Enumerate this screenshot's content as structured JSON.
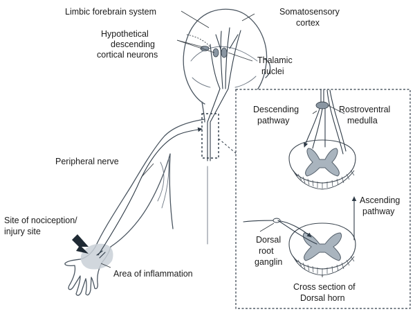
{
  "labels": {
    "limbic_forebrain": "Limbic forebrain system",
    "hypothetical_l1": "Hypothetical",
    "hypothetical_l2": "descending",
    "hypothetical_l3": "cortical neurons",
    "somatosensory_l1": "Somatosensory",
    "somatosensory_l2": "cortex",
    "thalamic_l1": "Thalamic",
    "thalamic_l2": "nuclei",
    "descending_l1": "Descending",
    "descending_l2": "pathway",
    "rostroventral_l1": "Rostroventral",
    "rostroventral_l2": "medulla",
    "peripheral_nerve": "Peripheral nerve",
    "ascending_l1": "Ascending",
    "ascending_l2": "pathway",
    "nociception_l1": "Site of nociception/",
    "nociception_l2": "injury site",
    "drg_l1": "Dorsal",
    "drg_l2": "root",
    "drg_l3": "ganglin",
    "inflammation": "Area of inflammation",
    "cross_section_l1": "Cross section of",
    "cross_section_l2": "Dorsal horn"
  },
  "colors": {
    "line": "#4a5560",
    "nerve": "#2e3a46",
    "grey_matter": "#a9b4be",
    "inflammation": "#c9d0d7",
    "arrow_dark": "#1f2a34"
  }
}
